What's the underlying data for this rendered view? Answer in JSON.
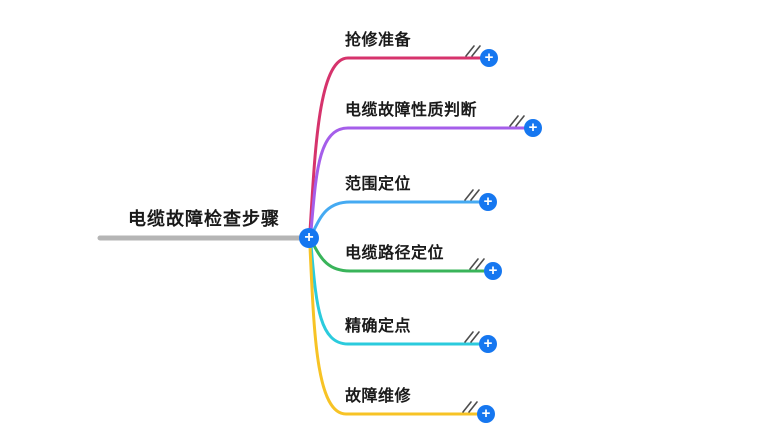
{
  "colors": {
    "canvas-bg": "#ffffff",
    "text": "#1a1a1a",
    "root-line": "#b5b5b5",
    "plus-bg": "#1677f0",
    "plus-glyph": "#ffffff",
    "edit-icon": "#4d4d4d"
  },
  "ui": {
    "add_glyph": "+"
  },
  "root": {
    "label": "电缆故障检查步骤"
  },
  "branches": [
    {
      "label": "抢修准备",
      "color": "#d6336c"
    },
    {
      "label": "电缆故障性质判断",
      "color": "#a55eea"
    },
    {
      "label": "范围定位",
      "color": "#45aaf2"
    },
    {
      "label": "电缆路径定位",
      "color": "#39b45a"
    },
    {
      "label": "精确定点",
      "color": "#2bcbdd"
    },
    {
      "label": "故障维修",
      "color": "#f7c325"
    }
  ]
}
